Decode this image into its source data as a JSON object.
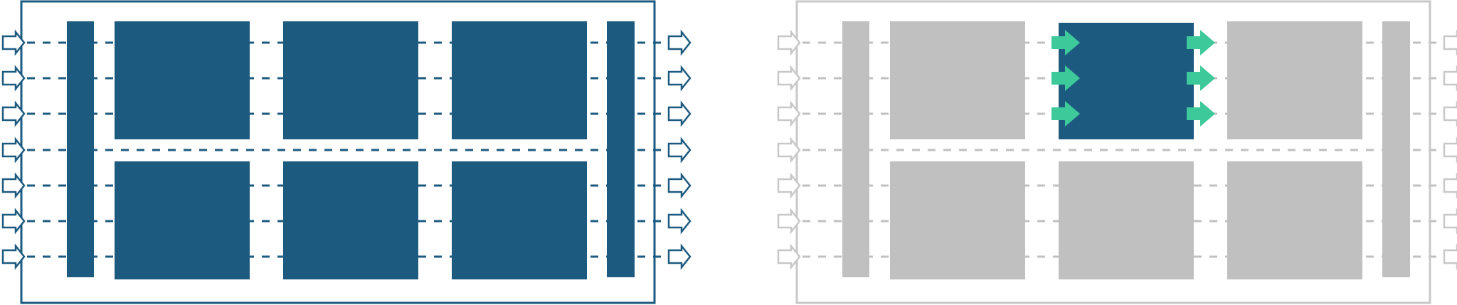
{
  "diagram": {
    "title": "",
    "colors": {
      "primary": "#1d5a80",
      "muted": "#c0c0c0",
      "muted_outline": "#c8c8c8",
      "accent": "#3ec99b",
      "background": "#ffffff"
    },
    "panels": [
      {
        "name": "left-panel",
        "state": "active",
        "block_rows": 2,
        "block_cols": 3,
        "highlighted_block": null,
        "flow_lines": 7,
        "inbound_arrows": 7,
        "outbound_arrows": 7
      },
      {
        "name": "right-panel",
        "state": "dimmed",
        "block_rows": 2,
        "block_cols": 3,
        "highlighted_block": {
          "row": 0,
          "col": 1
        },
        "highlight_arrows_per_side": 3,
        "flow_lines": 7,
        "inbound_arrows": 7,
        "outbound_arrows": 7
      }
    ]
  }
}
